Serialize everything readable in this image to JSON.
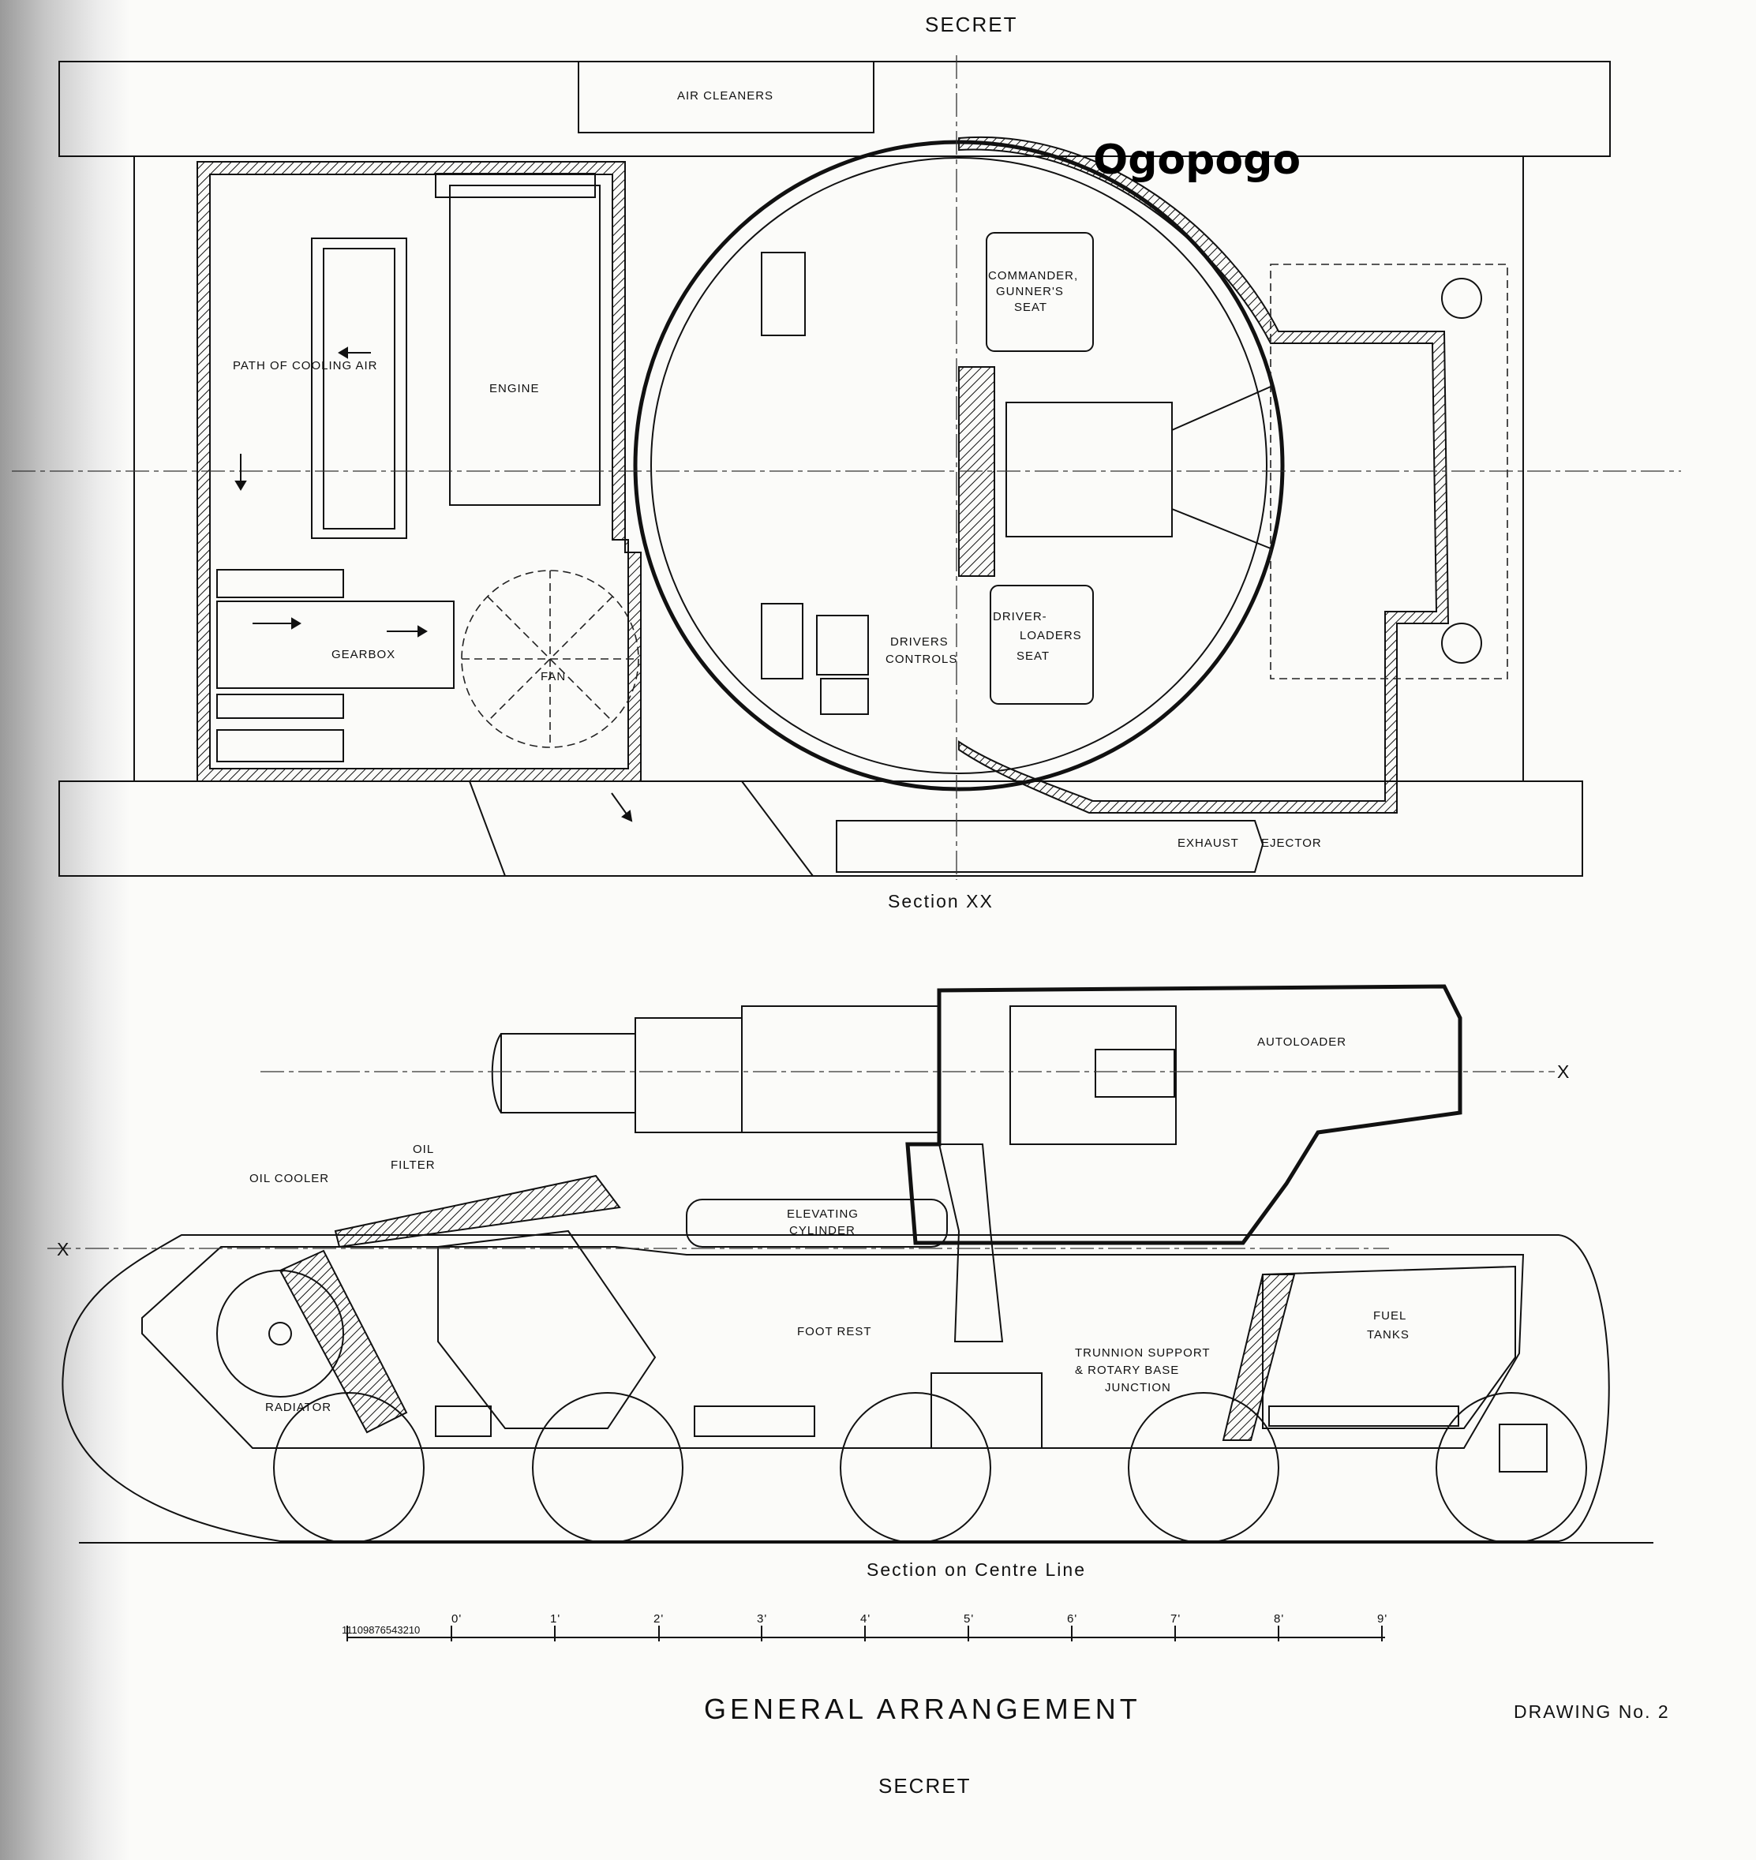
{
  "header": {
    "classification_top": "SECRET"
  },
  "watermark": {
    "text": "Ogopogo"
  },
  "section_xx": {
    "caption": "Section XX",
    "labels": {
      "air_cleaners": "AIR CLEANERS",
      "path_of_cooling_air": "PATH OF COOLING AIR",
      "engine": "ENGINE",
      "gearbox": "GEARBOX",
      "fan": "FAN",
      "drivers_controls_1": "DRIVERS",
      "drivers_controls_2": "CONTROLS",
      "commander_1": "COMMANDER,",
      "commander_2": "GUNNER'S",
      "commander_3": "SEAT",
      "driver_loader_1": "DRIVER-",
      "driver_loader_2": "LOADERS",
      "driver_loader_3": "SEAT",
      "exhaust": "EXHAUST",
      "ejector": "EJECTOR"
    }
  },
  "section_centre": {
    "caption": "Section on Centre Line",
    "labels": {
      "autoloader": "AUTOLOADER",
      "x_right": "X",
      "x_left": "X",
      "oil_filter_1": "OIL",
      "oil_filter_2": "FILTER",
      "oil_cooler": "OIL COOLER",
      "elevating_1": "ELEVATING",
      "elevating_2": "CYLINDER",
      "foot_rest": "FOOT REST",
      "trunnion_1": "TRUNNION SUPPORT",
      "trunnion_2": "& ROTARY BASE",
      "trunnion_3": "JUNCTION",
      "radiator": "RADIATOR",
      "fuel_1": "FUEL",
      "fuel_2": "TANKS"
    }
  },
  "scale_bar": {
    "inch_ticks": "11109876543210",
    "feet_labels": [
      "0'",
      "1'",
      "2'",
      "3'",
      "4'",
      "5'",
      "6'",
      "7'",
      "8'",
      "9'"
    ]
  },
  "footer": {
    "title": "GENERAL ARRANGEMENT",
    "drawing_no": "DRAWING No. 2",
    "classification_bottom": "SECRET"
  }
}
